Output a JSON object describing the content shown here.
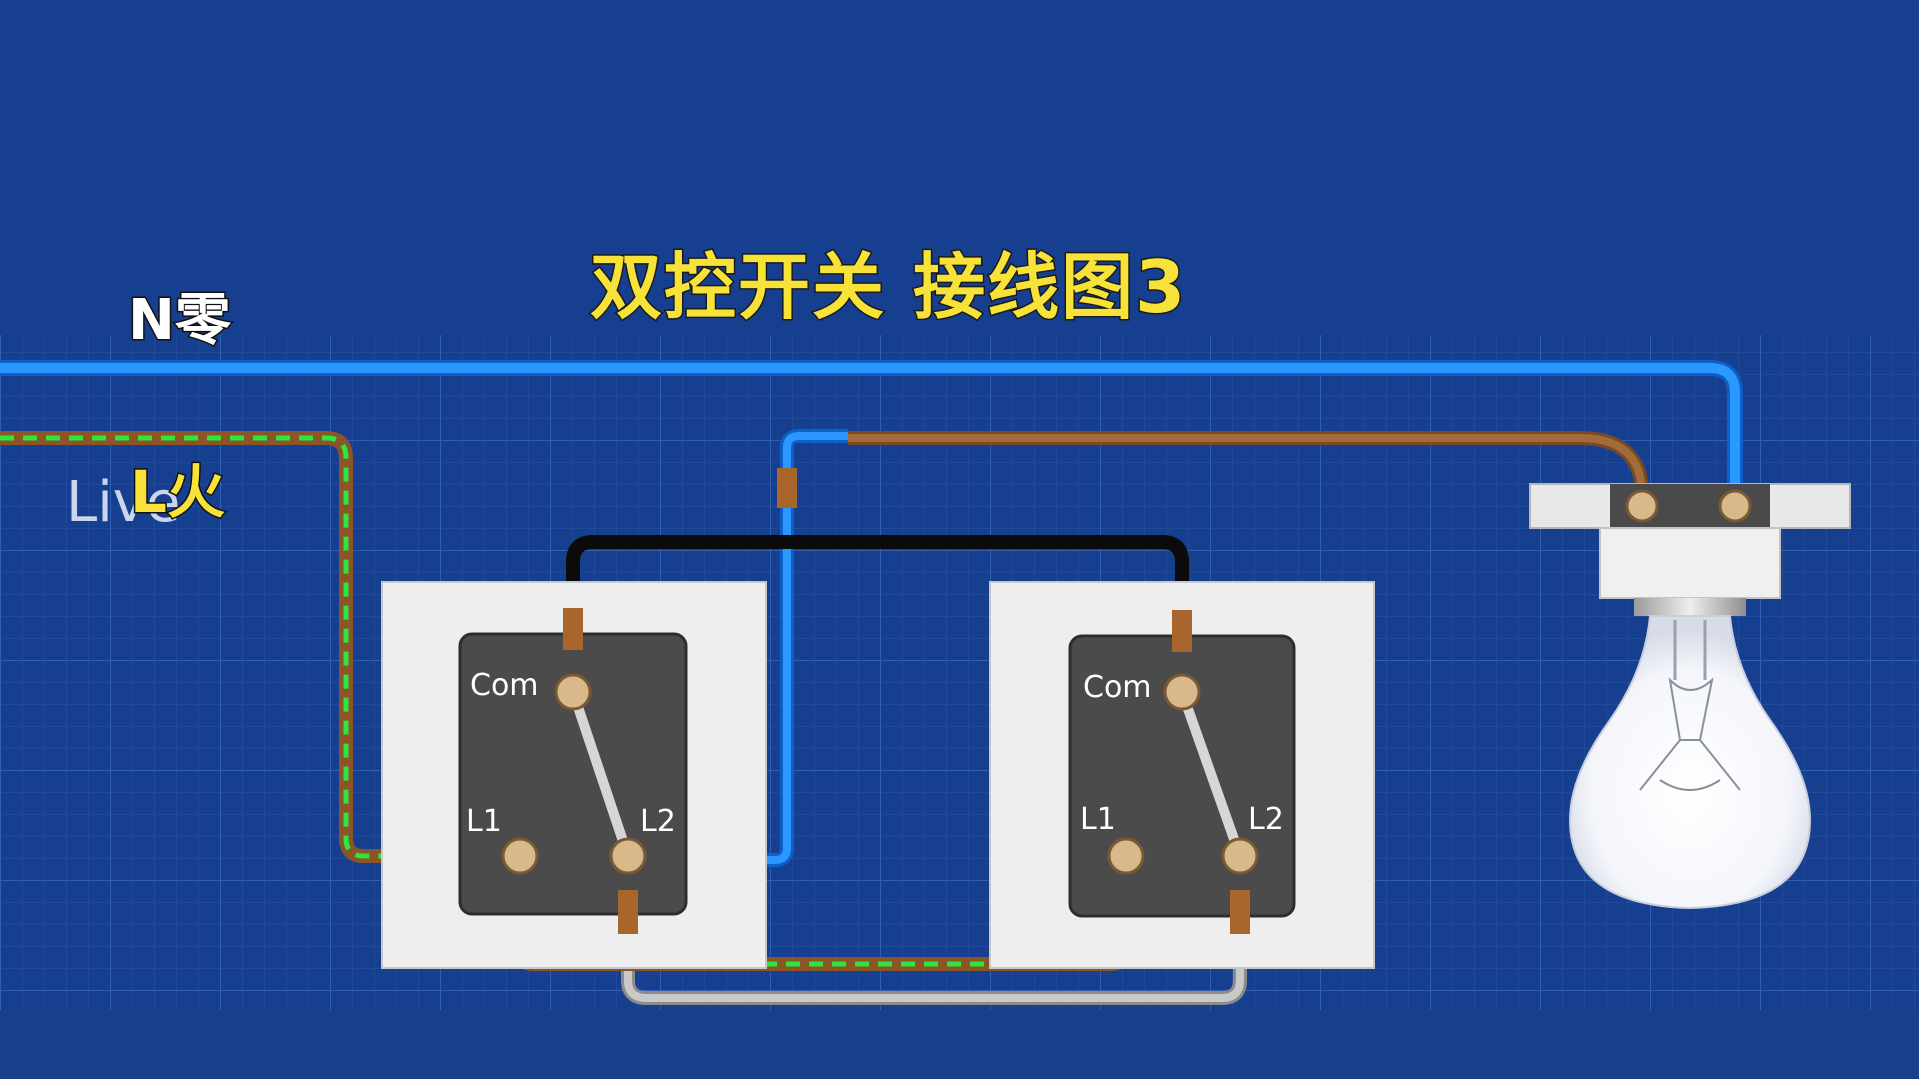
{
  "title": "双控开关  接线图3",
  "labels": {
    "neutral": "N零",
    "live_en": "Live",
    "live_cn": "L火"
  },
  "switch_left": {
    "com": "Com",
    "l1": "L1",
    "l2": "L2"
  },
  "switch_right": {
    "com": "Com",
    "l1": "L1",
    "l2": "L2"
  },
  "colors": {
    "background": "#173f8f",
    "grid": "#2a56a8",
    "neutral_wire": "#1e8fff",
    "live_wire": "#a36a3a",
    "live_dash": "#22e03a",
    "traveler_black": "#1a1a1a",
    "traveler_gray": "#b8b8b8",
    "title": "#f7e23a"
  },
  "icons": [
    "light-bulb-icon",
    "two-way-switch-icon"
  ]
}
